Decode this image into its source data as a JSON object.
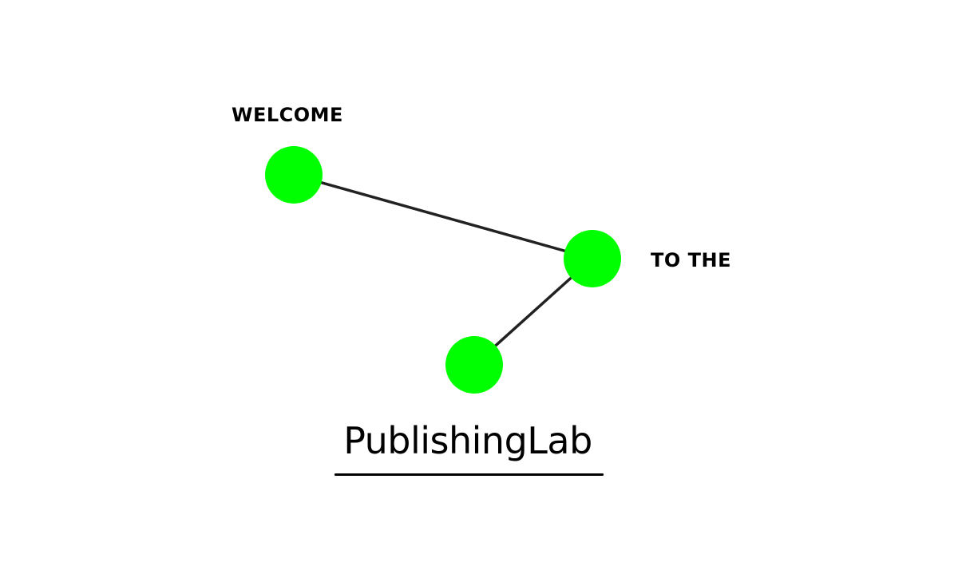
{
  "diagram": {
    "labels": {
      "welcome": "WELCOME",
      "to_the": "TO THE"
    },
    "brand": "PublishingLab",
    "colors": {
      "node": "#00ff00",
      "edge": "#222222",
      "text": "#000000",
      "background": "#ffffff"
    }
  }
}
